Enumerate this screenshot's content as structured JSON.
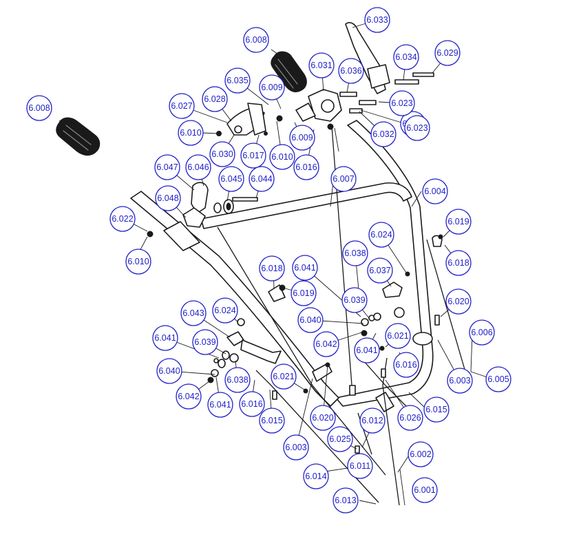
{
  "diagram": {
    "callout_color": "#2020c8",
    "line_color": "#1a1a1a",
    "labels": [
      "6.001",
      "6.002",
      "6.003",
      "6.003",
      "6.004",
      "6.005",
      "6.006",
      "6.007",
      "6.008",
      "6.008",
      "6.009",
      "6.009",
      "6.010",
      "6.010",
      "6.010",
      "6.011",
      "6.012",
      "6.013",
      "6.014",
      "6.015",
      "6.015",
      "6.015",
      "6.016",
      "6.016",
      "6.016",
      "6.017",
      "6.018",
      "6.018",
      "6.019",
      "6.019",
      "6.020",
      "6.020",
      "6.021",
      "6.021",
      "6.022",
      "6.023",
      "6.023",
      "6.024",
      "6.024",
      "6.025",
      "6.026",
      "6.027",
      "6.028",
      "6.029",
      "6.030",
      "6.031",
      "6.032",
      "6.033",
      "6.034",
      "6.035",
      "6.036",
      "6.037",
      "6.038",
      "6.038",
      "6.039",
      "6.039",
      "6.040",
      "6.040",
      "6.041",
      "6.041",
      "6.041",
      "6.041",
      "6.042",
      "6.042",
      "6.043",
      "6.044",
      "6.045",
      "6.046",
      "6.047",
      "6.048"
    ]
  }
}
